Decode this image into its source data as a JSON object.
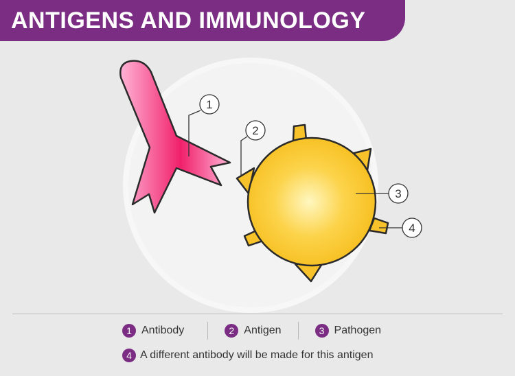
{
  "header": {
    "title": "ANTIGENS AND IMMUNOLOGY"
  },
  "colors": {
    "brand": "#7b2d84",
    "antibody": "#f0306e",
    "pathogen": "#f9c42a"
  },
  "diagram": {
    "callouts": [
      "1",
      "2",
      "3",
      "4"
    ]
  },
  "legend": {
    "items": [
      {
        "number": "1",
        "label": "Antibody"
      },
      {
        "number": "2",
        "label": "Antigen"
      },
      {
        "number": "3",
        "label": "Pathogen"
      },
      {
        "number": "4",
        "label": "A different antibody will be made for this antigen"
      }
    ]
  }
}
